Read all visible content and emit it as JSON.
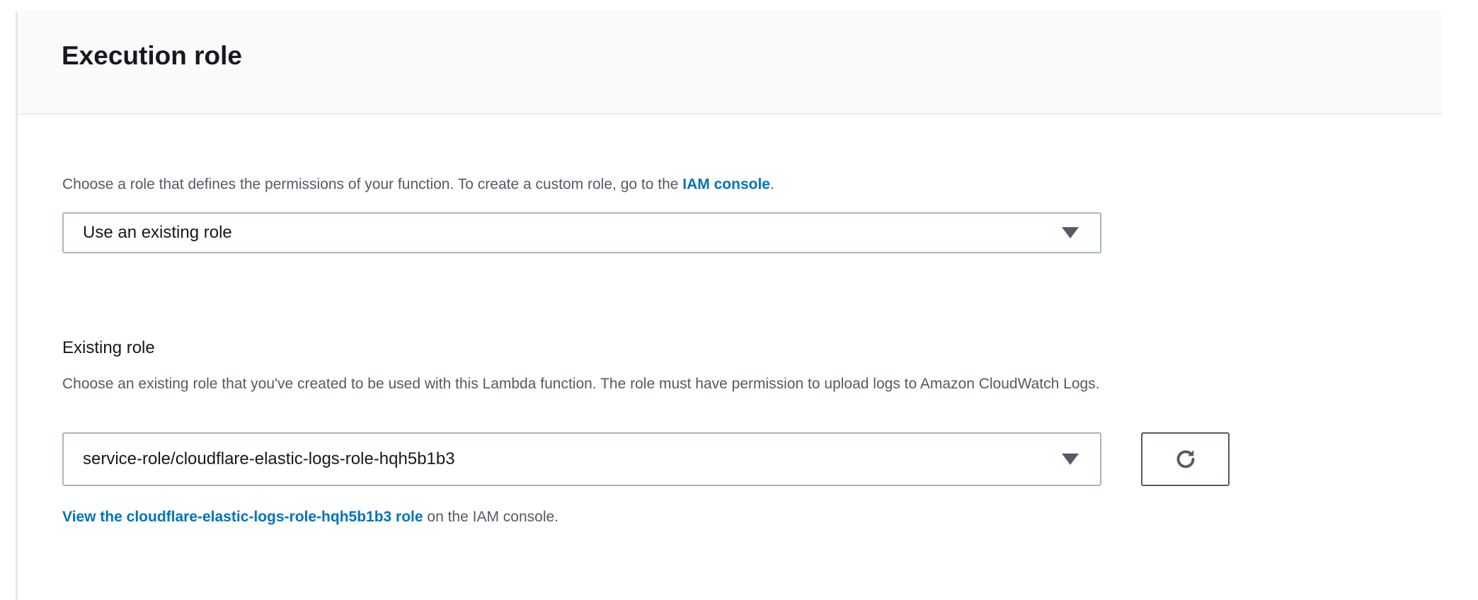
{
  "section": {
    "title": "Execution role"
  },
  "role_choice": {
    "description": "Choose a role that defines the permissions of your function. To create a custom role, go to the ",
    "link": "IAM console",
    "suffix": ".",
    "selected": "Use an existing role"
  },
  "existing_role": {
    "label": "Existing role",
    "description": "Choose an existing role that you've created to be used with this Lambda function. The role must have permission to upload logs to Amazon CloudWatch Logs.",
    "selected": "service-role/cloudflare-elastic-logs-role-hqh5b1b3",
    "refresh_icon": "refresh-icon",
    "view_link": "View the cloudflare-elastic-logs-role-hqh5b1b3 role",
    "view_suffix": " on the IAM console."
  },
  "colors": {
    "link": "#0073bb",
    "header_bg": "#fafafa",
    "text_secondary": "#545b64"
  }
}
